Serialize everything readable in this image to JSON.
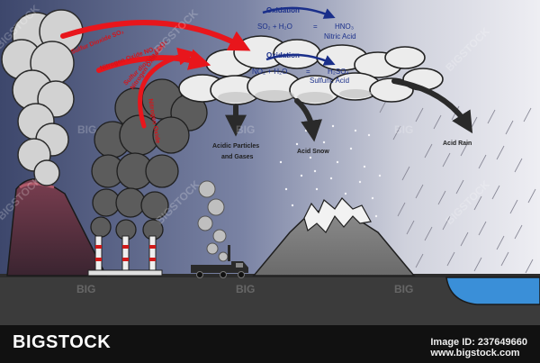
{
  "labels": {
    "oxidation_1": "Oxidation",
    "eq1_left": "SO₂ + H₂O",
    "eq1_equals": "=",
    "eq1_right": "HNO₃",
    "eq1_name": "Nitric Acid",
    "oxidation_2": "Oxidation",
    "eq2_left": "NO₂ + H₂O",
    "eq2_equals": "=",
    "eq2_right": "H₂SO₄",
    "eq2_name": "Sulfuric Acid",
    "gas_1": "Sulfur Dioxide SO₂",
    "gas_2": "Nitrogen Oxide NO₂",
    "gas_3": "Sulfur dioxide SO₂",
    "gas_4": "Nitrogen Oxide NO₂",
    "gas_5": "Nitrogen Oxide",
    "acidic_particles_1": "Acidic Particles",
    "acidic_particles_2": "and Gases",
    "acid_snow": "Acid Snow",
    "acid_rain": "Acid Rain"
  },
  "watermarks": {
    "big": "BIG",
    "bigstock": "BIGSTOCK"
  },
  "footer": {
    "brand": "BIGSTOCK",
    "image_id": "Image ID: 237649660",
    "site": "www.bigstock.com"
  },
  "colors": {
    "sky_left": "#3f4a70",
    "sky_right": "#e6e6ee",
    "ground": "#3c3c3c",
    "arrow_red": "#e8161c",
    "arrow_blue": "#1a2f8a",
    "text_red": "#d4141b",
    "text_blue": "#1a2f8a",
    "smoke": "#5a5a5a",
    "water": "#3a8fd8"
  }
}
